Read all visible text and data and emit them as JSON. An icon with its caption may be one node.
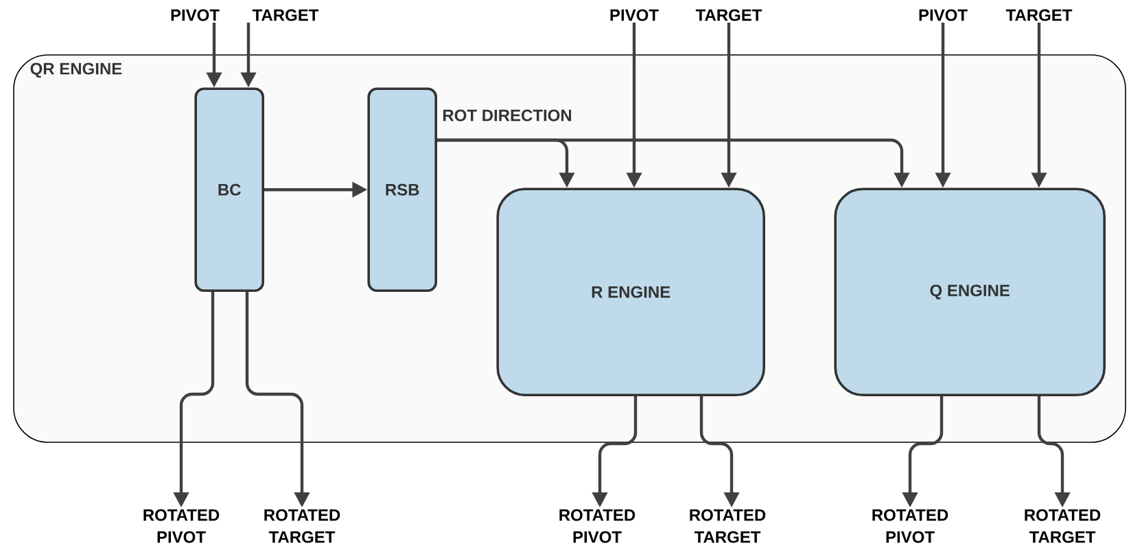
{
  "diagram": {
    "nodes": [
      {
        "text": [
          "QR ENGINE"
        ]
      },
      {
        "text": [
          "BC"
        ],
        "in": 0
      },
      {
        "text": [
          "RSB"
        ],
        "in": 0
      },
      {
        "text": [
          "R ENGINE"
        ],
        "in": 0
      },
      {
        "text": [
          "Q ENGINE"
        ],
        "in": 0
      },
      {
        "text": [
          "PIVOT"
        ]
      },
      {
        "text": [
          "TARGET"
        ]
      },
      {
        "text": [
          "PIVOT"
        ]
      },
      {
        "text": [
          "TARGET"
        ]
      },
      {
        "text": [
          "PIVOT"
        ]
      },
      {
        "text": [
          "TARGET"
        ]
      },
      {
        "text": [
          "ROTATED PIVOT"
        ]
      },
      {
        "text": [
          "ROTATED TARGET"
        ]
      },
      {
        "text": [
          "ROTATED PIVOT"
        ]
      },
      {
        "text": [
          "ROTATED TARGET"
        ]
      },
      {
        "text": [
          "ROTATED PIVOT"
        ]
      },
      {
        "text": [
          "ROTATED TARGET"
        ]
      }
    ],
    "edges": [
      {
        "from": 5,
        "to": 1,
        "arrow": "to"
      },
      {
        "from": 6,
        "to": 1,
        "arrow": "to"
      },
      {
        "from": 1,
        "to": 2,
        "arrow": "to"
      },
      {
        "from": 2,
        "to": 3,
        "arrow": "to",
        "label": "ROT DIRECTION"
      },
      {
        "from": 2,
        "to": 4,
        "arrow": "to"
      },
      {
        "from": 7,
        "to": 3,
        "arrow": "to"
      },
      {
        "from": 8,
        "to": 3,
        "arrow": "to"
      },
      {
        "from": 9,
        "to": 4,
        "arrow": "to"
      },
      {
        "from": 10,
        "to": 4,
        "arrow": "to"
      },
      {
        "from": 1,
        "to": 11,
        "arrow": "to"
      },
      {
        "from": 1,
        "to": 12,
        "arrow": "to"
      },
      {
        "from": 3,
        "to": 13,
        "arrow": "to"
      },
      {
        "from": 3,
        "to": 14,
        "arrow": "to"
      },
      {
        "from": 4,
        "to": 15,
        "arrow": "to"
      },
      {
        "from": 4,
        "to": 16,
        "arrow": "to"
      }
    ]
  }
}
